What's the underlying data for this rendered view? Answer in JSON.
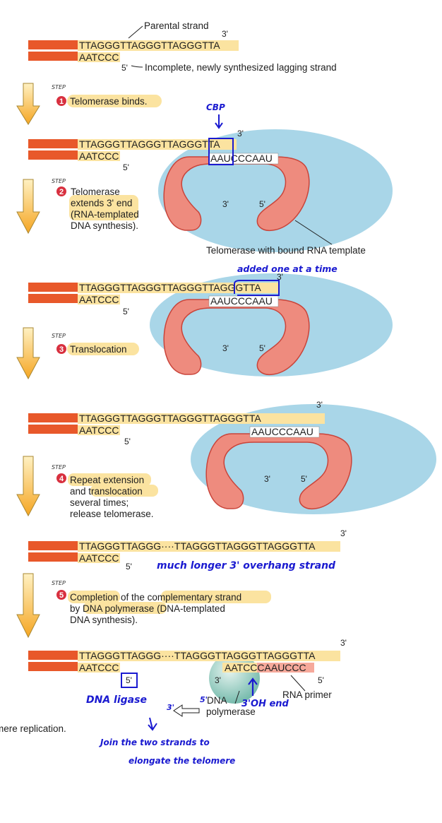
{
  "colors": {
    "dna_bar": "#e8582a",
    "highlight": "#fbe3a0",
    "enzyme": "#a9d6e8",
    "rna_loop": "#ee8b7e",
    "rna_stroke": "#c9443a",
    "step_badge": "#d8303f",
    "annotation": "#1a1ad0",
    "arrow_top": "#fff1c2",
    "arrow_bottom": "#f5a623",
    "polymerase": "#6fb7a8"
  },
  "stage1": {
    "parental_label": "Parental strand",
    "top_seq": "TTAGGGTTAGGGTTAGGGTTA",
    "bottom_seq": "AATCCC",
    "prime3": "3'",
    "prime5": "5'",
    "lagging_label": "Incomplete, newly synthesized lagging strand"
  },
  "step1": {
    "word": "STEP",
    "num": "1",
    "text": "Telomerase binds."
  },
  "stage2": {
    "top_seq": "TTAGGGTTAGGGTTAGGGTTA",
    "bottom_seq": "AATCCC",
    "rna_seq": "AAUCCCAAU",
    "prime3": "3'",
    "prime5": "5'",
    "rna_3": "3'",
    "rna_5": "5'",
    "handwritten_cbp": "CBP",
    "enzyme_label": "Telomerase with bound RNA template"
  },
  "step2": {
    "word": "STEP",
    "num": "2",
    "line1": "Telomerase",
    "line2": "extends 3' end",
    "line3": "(RNA-templated",
    "line4": "DNA synthesis)."
  },
  "stage3": {
    "top_seq": "TTAGGGTTAGGGTTAGGGTTAGGGTTA",
    "bottom_seq": "AATCCC",
    "rna_seq": "AAUCCCAAU",
    "prime3": "3'",
    "prime5": "5'",
    "rna_3": "3'",
    "rna_5": "5'",
    "handwritten_added": "added one at a time"
  },
  "step3": {
    "word": "STEP",
    "num": "3",
    "text": "Translocation"
  },
  "stage4": {
    "top_seq": "TTAGGGTTAGGGTTAGGGTTAGGGTTA",
    "bottom_seq": "AATCCC",
    "rna_seq": "AAUCCCAAU",
    "prime3": "3'",
    "prime5": "5'",
    "rna_3": "3'",
    "rna_5": "5'"
  },
  "step4": {
    "word": "STEP",
    "num": "4",
    "line1": "Repeat extension",
    "line2": "and translocation",
    "line3": "several times;",
    "line4": "release telomerase."
  },
  "stage5": {
    "top_seq": "TTAGGGTTAGGG····TTAGGGTTAGGGTTAGGGTTA",
    "bottom_seq": "AATCCC",
    "prime3": "3'",
    "prime5": "5'",
    "handwritten_overhang": "much longer 3' overhang strand"
  },
  "step5": {
    "word": "STEP",
    "num": "5",
    "line1_a": "Completion",
    "line1_b": " of the ",
    "line1_c": "complementary strand",
    "line2_a": "by ",
    "line2_b": "DNA polymerase",
    "line2_c": " (DNA-templated",
    "line3": "DNA synthesis)."
  },
  "stage6": {
    "top_seq": "TTAGGGTTAGGG····TTAGGGTTAGGGTTAGGGTTA",
    "bottom_seq": "AATCCC",
    "new_seq": "AATCCCAAUCCC",
    "prime3": "3'",
    "prime5_left": "5'",
    "prime5_right": "5'",
    "poly_3": "3'",
    "dna_label": "DNA",
    "polymerase_label": "polymerase",
    "primer_label": "RNA primer",
    "handwritten_ligase": "DNA ligase",
    "handwritten_3": "3'",
    "handwritten_5": "5'",
    "handwritten_oh": "3'OH end",
    "handwritten_join1": "Join the two strands to",
    "handwritten_join2": "elongate the telomere",
    "caption_fragment": "mere replication."
  }
}
